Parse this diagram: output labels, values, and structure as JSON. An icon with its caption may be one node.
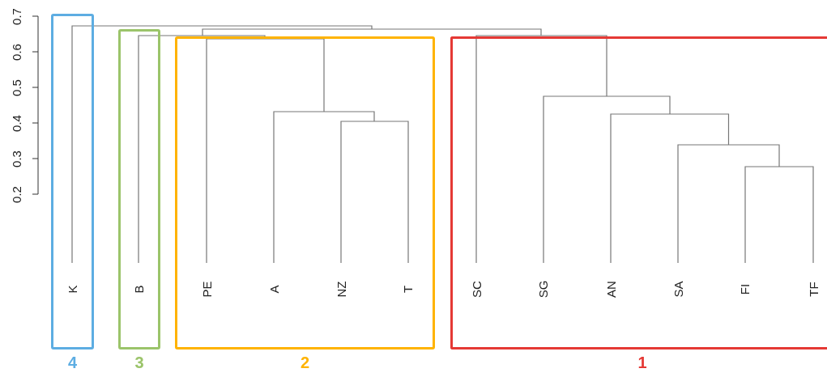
{
  "diagram": {
    "nodes": [
      {
        "text": [
          "4"
        ]
      },
      {
        "text": [
          "K"
        ],
        "in": 0
      },
      {
        "text": [
          "3"
        ]
      },
      {
        "text": [
          "B"
        ],
        "in": 2
      },
      {
        "text": [
          "2"
        ]
      },
      {
        "text": [
          "PE"
        ],
        "in": 4
      },
      {
        "text": [
          "A"
        ],
        "in": 4
      },
      {
        "text": [
          "NZ"
        ],
        "in": 4
      },
      {
        "text": [
          "T"
        ],
        "in": 4
      },
      {
        "text": [
          "1"
        ]
      },
      {
        "text": [
          "SC"
        ],
        "in": 9
      },
      {
        "text": [
          "SG"
        ],
        "in": 9
      },
      {
        "text": [
          "AN"
        ],
        "in": 9
      },
      {
        "text": [
          "SA"
        ],
        "in": 9
      },
      {
        "text": [
          "FI"
        ],
        "in": 9
      },
      {
        "text": [
          "TF"
        ],
        "in": 9
      }
    ],
    "labels": [
      "0.7",
      "0.6",
      "0.5",
      "0.4",
      "0.3",
      "0.2"
    ]
  }
}
